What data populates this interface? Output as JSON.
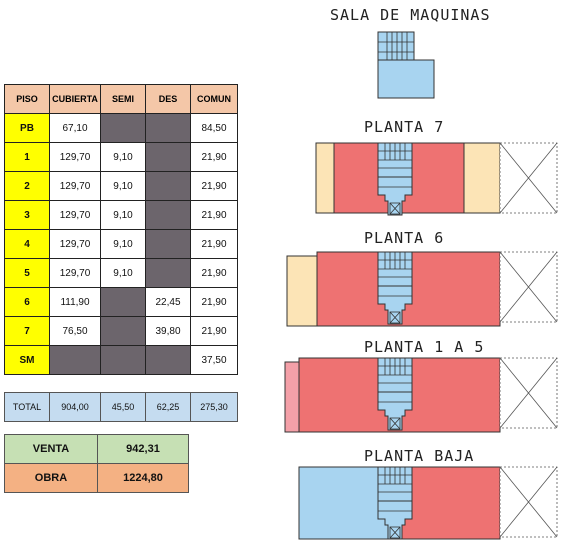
{
  "table": {
    "headers": [
      "PISO",
      "CUBIERTA",
      "SEMI",
      "DES",
      "COMUN"
    ],
    "rows": [
      {
        "piso": "PB",
        "cubierta": "67,10",
        "semi": "",
        "des": "",
        "comun": "84,50",
        "semi_gray": true,
        "des_gray": true
      },
      {
        "piso": "1",
        "cubierta": "129,70",
        "semi": "9,10",
        "des": "",
        "comun": "21,90",
        "semi_gray": false,
        "des_gray": true
      },
      {
        "piso": "2",
        "cubierta": "129,70",
        "semi": "9,10",
        "des": "",
        "comun": "21,90",
        "semi_gray": false,
        "des_gray": true
      },
      {
        "piso": "3",
        "cubierta": "129,70",
        "semi": "9,10",
        "des": "",
        "comun": "21,90",
        "semi_gray": false,
        "des_gray": true
      },
      {
        "piso": "4",
        "cubierta": "129,70",
        "semi": "9,10",
        "des": "",
        "comun": "21,90",
        "semi_gray": false,
        "des_gray": true
      },
      {
        "piso": "5",
        "cubierta": "129,70",
        "semi": "9,10",
        "des": "",
        "comun": "21,90",
        "semi_gray": false,
        "des_gray": true
      },
      {
        "piso": "6",
        "cubierta": "111,90",
        "semi": "",
        "des": "22,45",
        "comun": "21,90",
        "semi_gray": true,
        "des_gray": false
      },
      {
        "piso": "7",
        "cubierta": "76,50",
        "semi": "",
        "des": "39,80",
        "comun": "21,90",
        "semi_gray": true,
        "des_gray": false
      },
      {
        "piso": "SM",
        "cubierta": "",
        "semi": "",
        "des": "",
        "comun": "37,50",
        "cub_gray": true,
        "semi_gray": true,
        "des_gray": true
      }
    ],
    "total": {
      "label": "TOTAL",
      "cubierta": "904,00",
      "semi": "45,50",
      "des": "62,25",
      "comun": "275,30"
    }
  },
  "summary": {
    "venta_label": "VENTA",
    "venta_value": "942,31",
    "obra_label": "OBRA",
    "obra_value": "1224,80"
  },
  "plans": {
    "sala": "SALA DE MAQUINAS",
    "planta7": "PLANTA 7",
    "planta6": "PLANTA 6",
    "planta1a5": "PLANTA 1 A 5",
    "planta_baja": "PLANTA BAJA"
  },
  "colors": {
    "cubierta": "#ee7272",
    "semi": "#fce4b6",
    "comun": "#a8d4f0",
    "piso": "#ffff00",
    "header": "#f4c7a8"
  }
}
